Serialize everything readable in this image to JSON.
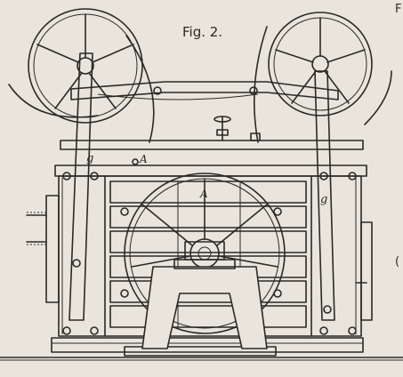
{
  "figure": {
    "title": "Fig. 2.",
    "edge_text_top": "F",
    "edge_text_right": "("
  },
  "labels": {
    "rod_left": "g",
    "rod_right": "g",
    "crossbar": "A",
    "wheel": "A"
  },
  "colors": {
    "paper": "#e9e5dc",
    "ink": "#2b2926"
  }
}
